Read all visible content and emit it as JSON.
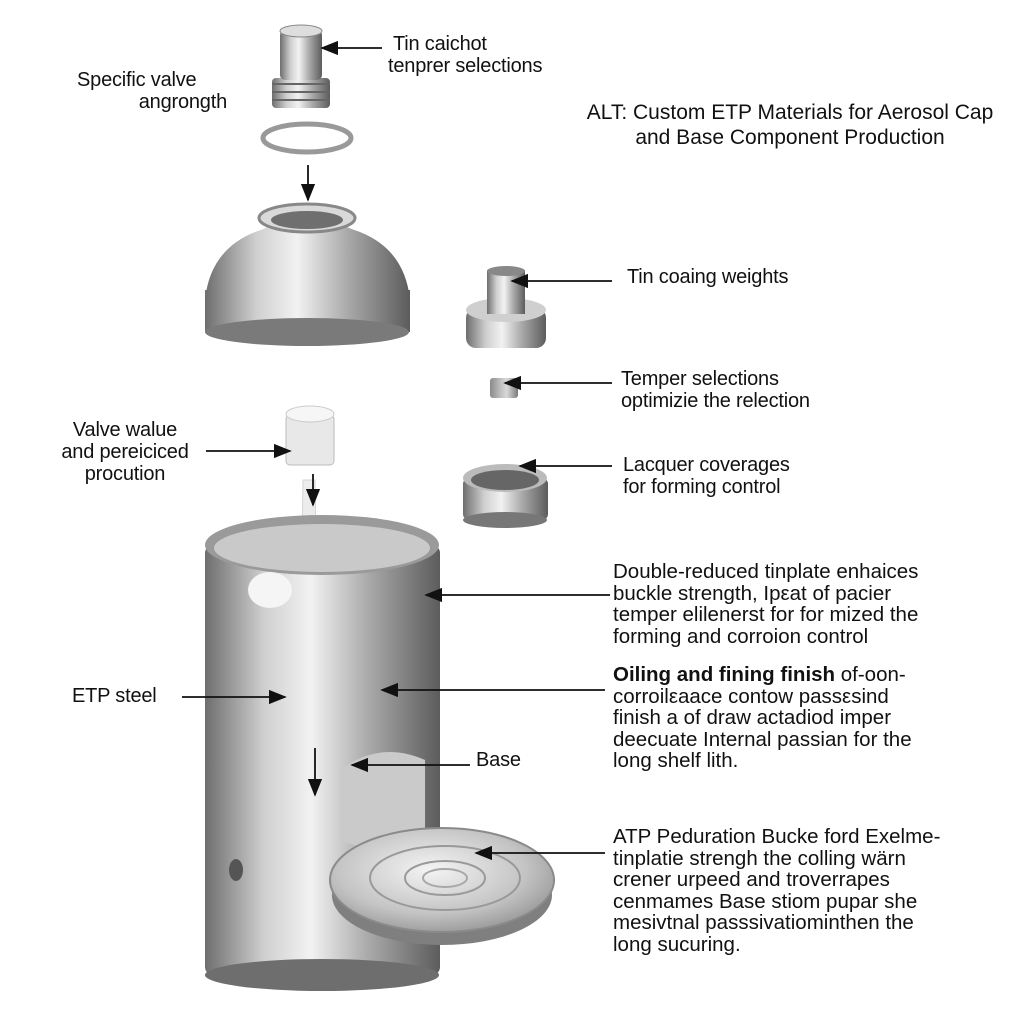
{
  "title": {
    "line1": "ALT: Custom ETP Materials for Aerosol Cap",
    "line2": "and Base Component Production"
  },
  "labels": {
    "tin_caichot": [
      "Tin caichot",
      "tenprer selections"
    ],
    "specific_valve": [
      "Specific valve",
      "angrongth"
    ],
    "tin_coating": "Tin coaing weights",
    "temper_selections": [
      "Temper selections",
      "optimizie the relection"
    ],
    "lacquer": [
      "Lacquer coverages",
      "for forming control"
    ],
    "valve_value": [
      "Valve walue",
      "and pereiciced",
      "procution"
    ],
    "etp_steel": "ETP steel",
    "base": "Base"
  },
  "paragraphs": {
    "double_reduced": [
      "Double-reduced tinplate enhaices",
      "buckle strength, Ipεat of pacier",
      "temper elilenerst for for mized the",
      "forming and corroion control"
    ],
    "oiling": {
      "bold": "Oiling and fining finish",
      "rest_first": " of-oon-",
      "lines": [
        "corroilεaace contow passεsind",
        "finish a of draw actadiod imper",
        "deecuate Internal passian for the",
        "long shelf lith."
      ]
    },
    "atp": [
      "ATP Peduration Bucke ford Exelme-",
      "tinplatie strengh the colling wärn",
      "crener urpeed and troverrapes",
      "cenmames Base stiom pupar she",
      "mesivtnal passsivatiominthen the",
      "long sucuring."
    ]
  }
}
